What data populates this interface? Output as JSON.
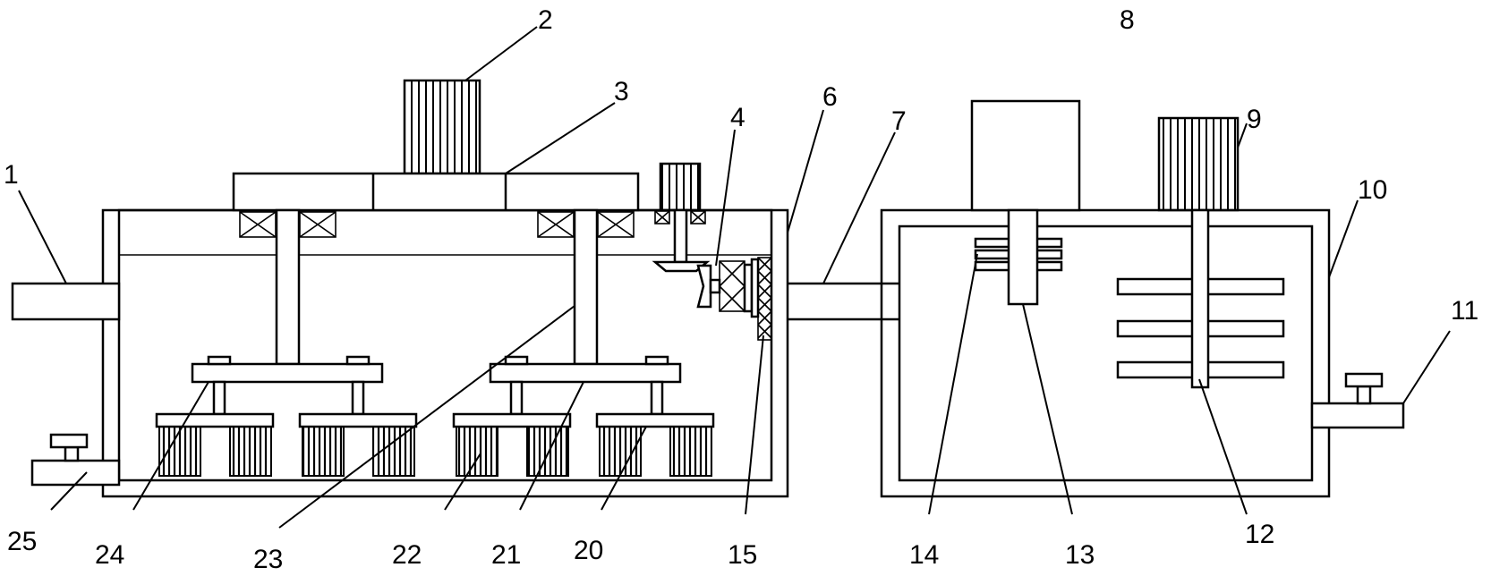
{
  "labels": {
    "l1": "1",
    "l2": "2",
    "l3": "3",
    "l4": "4",
    "l6": "6",
    "l7": "7",
    "l8": "8",
    "l9": "9",
    "l10": "10",
    "l11": "11",
    "l12": "12",
    "l13": "13",
    "l14": "14",
    "l15": "15",
    "l20": "20",
    "l21": "21",
    "l22": "22",
    "l23": "23",
    "l24": "24",
    "l25": "25"
  }
}
